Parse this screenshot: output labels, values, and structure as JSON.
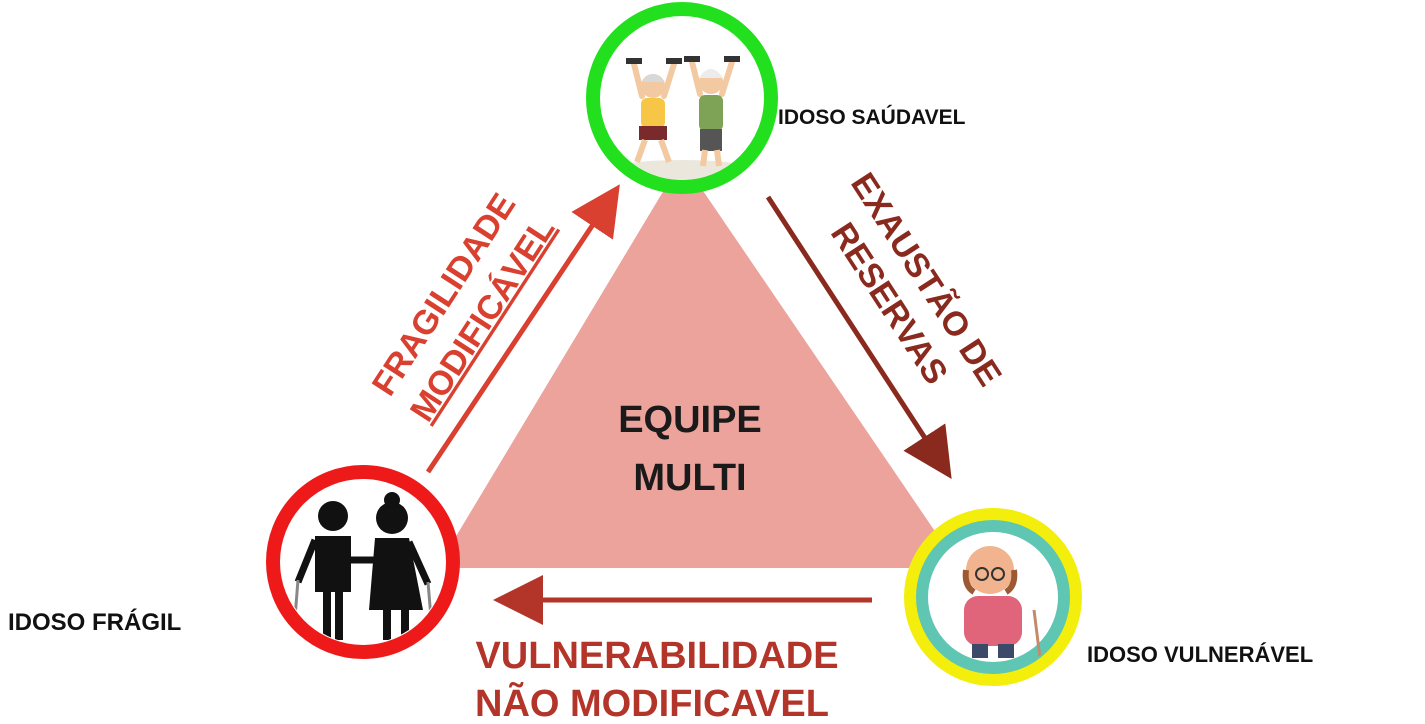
{
  "center": {
    "line1": "EQUIPE",
    "line2": "MULTI"
  },
  "nodes": {
    "healthy": {
      "label": "IDOSO SAÚDAVEL",
      "ring_color": "#22e01e"
    },
    "frail": {
      "label": "IDOSO FRÁGIL",
      "ring_color": "#ee1a1a"
    },
    "vulnerable": {
      "label": "IDOSO VULNERÁVEL",
      "ring_color": "#f4ee0c"
    }
  },
  "transitions": {
    "left": {
      "line1": "FRAGILIDADE",
      "line2": "MODIFICÁVEL",
      "color": "#d9402f"
    },
    "right": {
      "line1": "EXAUSTÃO DE",
      "line2": "RESERVAS",
      "color": "#8a2a1e"
    },
    "bottom": {
      "line1": "VULNERABILIDADE",
      "line2": "NÃO MODIFICAVEL",
      "color": "#b3352a"
    }
  },
  "colors": {
    "triangle": "#eba39c"
  }
}
